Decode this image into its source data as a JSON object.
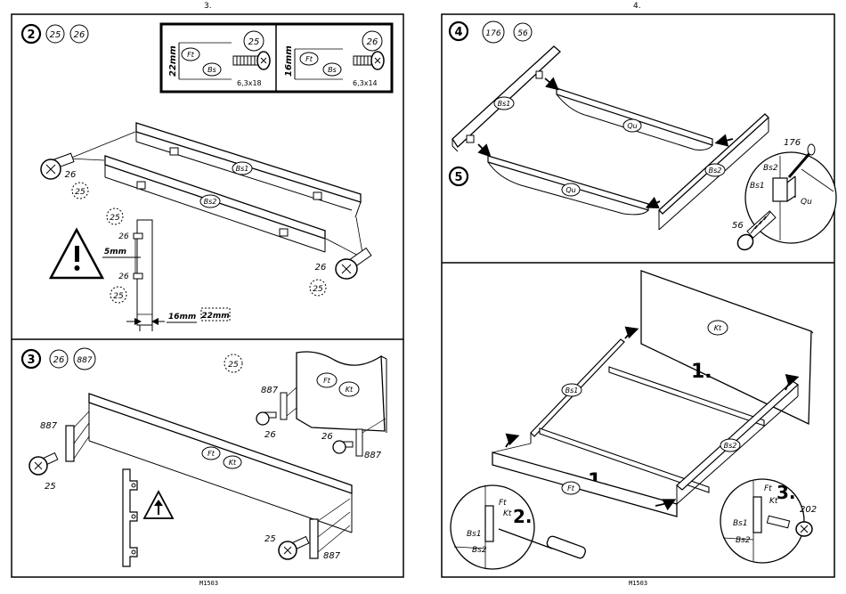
{
  "pages": {
    "left_number": "3.",
    "right_number": "4.",
    "footer_left": "M1503",
    "footer_right": "M1503"
  },
  "step2": {
    "step_number": "2",
    "parts": [
      "25",
      "26"
    ],
    "inset_left": {
      "part": "25",
      "dimension": "22mm",
      "label_ft": "Ft",
      "label_bs": "Bs",
      "screw_size": "6,3x18"
    },
    "inset_right": {
      "part": "26",
      "dimension": "16mm",
      "label_ft": "Ft",
      "label_bs": "Bs",
      "screw_size": "6,3x14"
    },
    "board_top": "Bs1",
    "board_bottom": "Bs2",
    "screw_left_part": "26",
    "screw_left_alt": "25",
    "screw_right_part": "26",
    "screw_right_alt": "25",
    "detail_alt_top": "25",
    "detail_part_top": "26",
    "detail_gap": "5mm",
    "detail_part_bottom": "26",
    "detail_alt_bottom": "25",
    "detail_thickness": "16mm",
    "detail_thickness_alt": "22mm"
  },
  "step3": {
    "step_number": "3",
    "parts": [
      "26",
      "887"
    ],
    "alt_part": "25",
    "bracket_left": "887",
    "screw_left": "25",
    "board_label_ft": "Ft",
    "board_label_kt": "Kt",
    "bracket_right": "887",
    "screw_right": "25",
    "head_label_ft": "Ft",
    "head_label_kt": "Kt",
    "head_bracket_left": "887",
    "head_screw_left": "26",
    "head_screw_right": "26",
    "head_bracket_right": "887"
  },
  "step4": {
    "step_number": "4",
    "parts": [
      "176",
      "56"
    ],
    "rail_left": "Bs1",
    "rail_right": "Bs2",
    "cross_top": "Qu",
    "cross_bottom": "Qu",
    "detail_tool": "176",
    "detail_bs2": "Bs2",
    "detail_bs1": "Bs1",
    "detail_qu": "Qu",
    "detail_screw": "56"
  },
  "step5": {
    "step_number": "5",
    "board_head": "Kt",
    "board_foot": "Ft",
    "rail_left": "Bs1",
    "rail_right": "Bs2",
    "order_back": "1.",
    "order_front": "1.",
    "detail_left_order": "2.",
    "detail_left_ft": "Ft",
    "detail_left_kt": "Kt",
    "detail_left_bs1": "Bs1",
    "detail_left_bs2": "Bs2",
    "detail_right_order": "3.",
    "detail_right_ft": "Ft",
    "detail_right_kt": "Kt",
    "detail_right_bs1": "Bs1",
    "detail_right_bs2": "Bs2",
    "detail_right_part": "202"
  }
}
